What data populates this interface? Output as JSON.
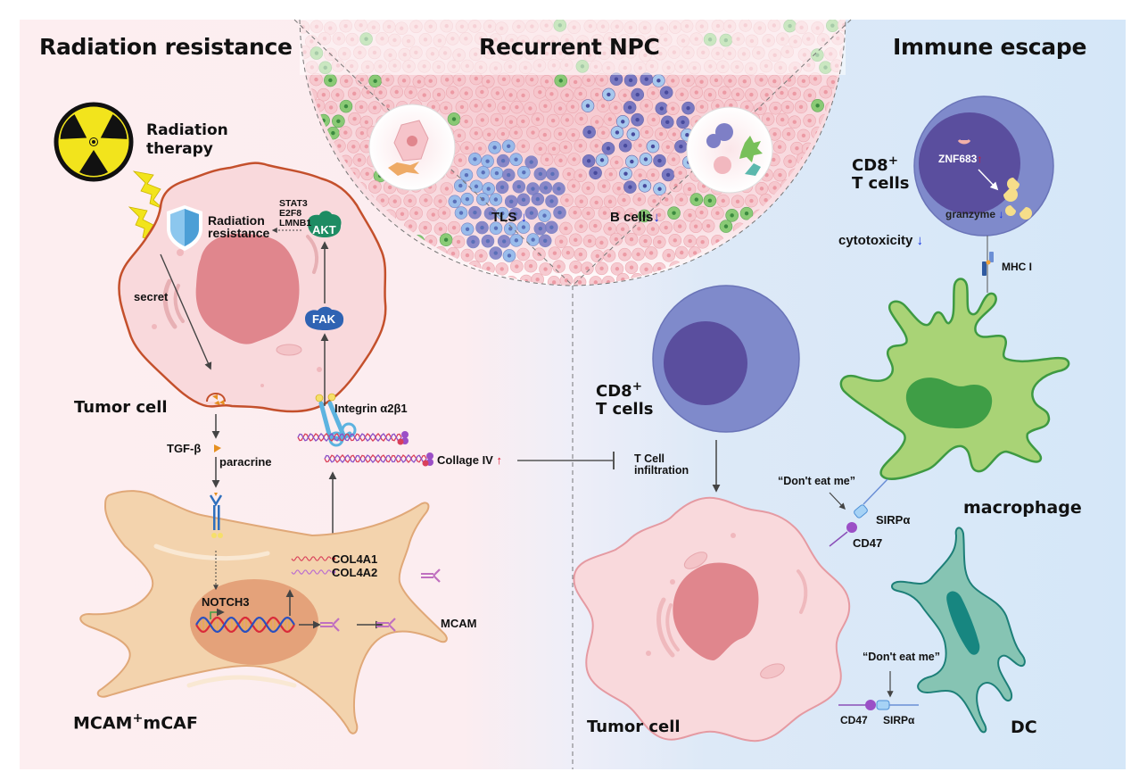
{
  "panels": {
    "left": {
      "title": "Radiation resistance",
      "bg": "#fdeef0"
    },
    "center": {
      "title": "Recurrent NPC"
    },
    "right": {
      "title": "Immune escape",
      "bg": "#d6e8f8"
    }
  },
  "left": {
    "radiation_therapy": {
      "line1": "Radiation",
      "line2": "therapy"
    },
    "shield_label": {
      "line1": "Radiation",
      "line2": "resistance"
    },
    "targets": [
      "STAT3",
      "E2F8",
      "LMNB1"
    ],
    "akt": "AKT",
    "fak": "FAK",
    "secret": "secret",
    "tumor_cell": "Tumor cell",
    "integrin": "Integrin α2β1",
    "tgfb": "TGF-β",
    "paracrine": "paracrine",
    "collagen": "Collage IV",
    "collagen_arrow": "↑",
    "col4a1": "COL4A1",
    "col4a2": "COL4A2",
    "notch3": "NOTCH3",
    "mcam": "MCAM",
    "caf": {
      "prefix": "MCAM",
      "sup": "+",
      "suffix": "mCAF"
    }
  },
  "center": {
    "tls": "TLS",
    "tls_arrow": "↓",
    "bcells": "B cells",
    "bcells_arrow": "↓"
  },
  "right": {
    "cd8_top": {
      "line1": "CD8",
      "sup": "+",
      "line2": "T cells"
    },
    "znf": "ZNF683",
    "znf_arrow": "↑",
    "granzyme": "granzyme",
    "granzyme_arrow": "↓",
    "cytotoxicity": "cytotoxicity",
    "cytotoxicity_arrow": "↓",
    "mhc": "MHC I",
    "cd8_mid": {
      "line1": "CD8",
      "sup": "+",
      "line2": "T cells"
    },
    "infiltration": {
      "line1": "T Cell",
      "line2": "infiltration"
    },
    "dont_eat_1": "“Don't eat me”",
    "sirpa_1": "SIRPα",
    "cd47_1": "CD47",
    "macrophage": "macrophage",
    "dont_eat_2": "“Don't eat me”",
    "cd47_2": "CD47",
    "sirpa_2": "SIRPα",
    "tumor_cell": "Tumor cell",
    "dc": "DC"
  },
  "colors": {
    "up_arrow": "#e0102a",
    "down_arrow": "#1030e0",
    "tumor_fill": "#f9d9dc",
    "tumor_outline_left": "#c4502c",
    "nucleus": "#e0868d",
    "caf_fill": "#f3d3ad",
    "caf_nucleus": "#e4a27a",
    "tcell_outer": "#7f8acb",
    "tcell_inner": "#5a4e9e",
    "macrophage": "#a9d376",
    "macrophage_nucleus": "#3f9e46",
    "dc": "#86c4b3",
    "dc_nucleus": "#178680",
    "akt": "#1e8c63",
    "fak": "#2f63b3",
    "radiation_yellow": "#f2e41c"
  }
}
